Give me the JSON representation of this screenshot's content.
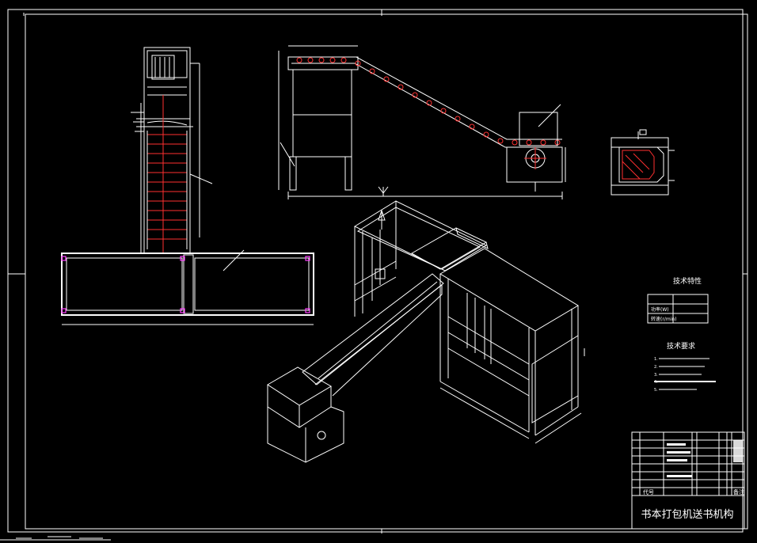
{
  "drawing": {
    "title": "书本打包机送书机构",
    "tech_spec": {
      "heading": "技术特性",
      "rows": [
        {
          "label": "功率(W)",
          "value": ""
        },
        {
          "label": "转速(r/min)",
          "value": ""
        }
      ]
    },
    "tech_requirements": {
      "heading": "技术要求",
      "items": [
        "1.",
        "2.",
        "3.",
        "4.",
        "5."
      ]
    },
    "title_block": {
      "header_left": "代号",
      "header_right": "备注"
    },
    "colors": {
      "background": "#000000",
      "lines": "#ffffff",
      "chain": "#ff3030",
      "markers": "#ff40ff"
    }
  }
}
